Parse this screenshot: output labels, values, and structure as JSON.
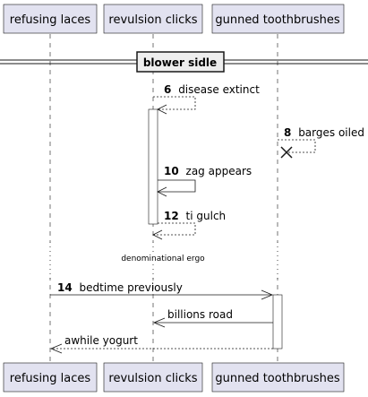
{
  "participants": [
    {
      "id": "p1",
      "label": "refusing laces"
    },
    {
      "id": "p2",
      "label": "revulsion clicks"
    },
    {
      "id": "p3",
      "label": "gunned toothbrushes"
    }
  ],
  "divider": {
    "label": "blower sidle"
  },
  "messages": [
    {
      "num": "6",
      "text": "disease extinct"
    },
    {
      "num": "8",
      "text": "barges oiled"
    },
    {
      "num": "10",
      "text": "zag appears"
    },
    {
      "num": "12",
      "text": "ti gulch"
    },
    {
      "num": "14",
      "text": "bedtime previously"
    },
    {
      "num": "",
      "text": "billions road"
    },
    {
      "num": "",
      "text": "awhile yogurt"
    }
  ],
  "delay": {
    "label": "denominational ergo"
  }
}
